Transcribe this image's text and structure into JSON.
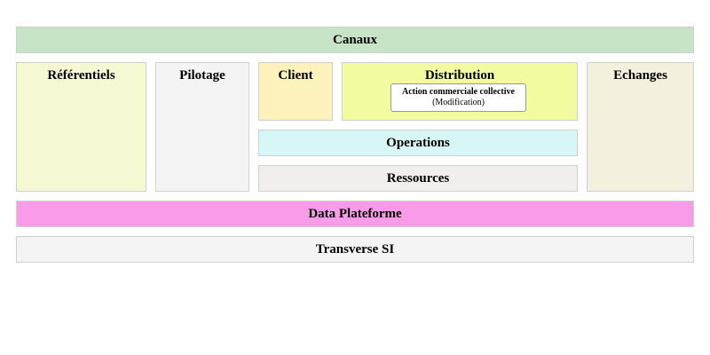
{
  "blocks": {
    "canaux": {
      "label": "Canaux",
      "color": "#c8e4c6"
    },
    "referentiels": {
      "label": "Référentiels",
      "color": "#f6f8d4"
    },
    "pilotage": {
      "label": "Pilotage",
      "color": "#f4f4f4"
    },
    "client": {
      "label": "Client",
      "color": "#fdf2bb"
    },
    "distribution": {
      "label": "Distribution",
      "color": "#f2fba0"
    },
    "operations": {
      "label": "Operations",
      "color": "#d7f7f7"
    },
    "ressources": {
      "label": "Ressources",
      "color": "#f3eeee"
    },
    "echanges": {
      "label": "Echanges",
      "color": "#f3f0dd"
    },
    "data_plateforme": {
      "label": "Data Plateforme",
      "color": "#f99be9"
    },
    "transverse": {
      "label": "Transverse SI",
      "color": "#f4f4f4"
    }
  },
  "distribution_card": {
    "name": "Action commerciale collective",
    "status": "(Modification)"
  }
}
